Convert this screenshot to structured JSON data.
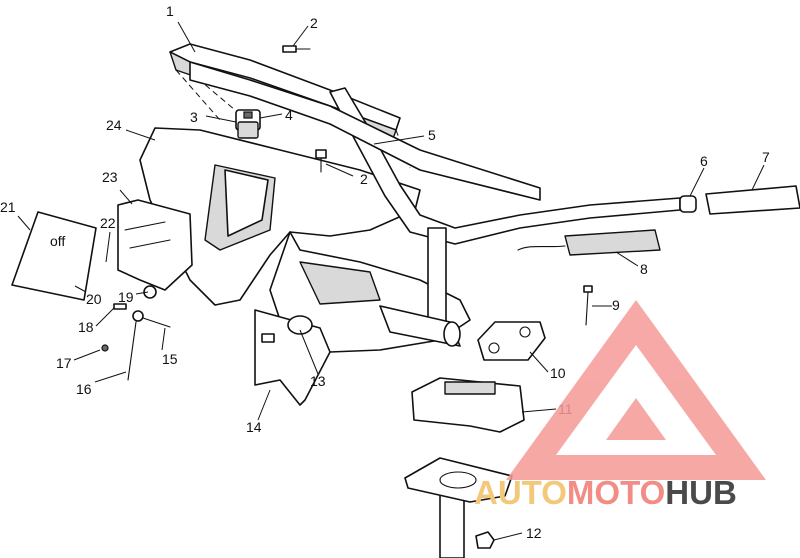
{
  "diagram": {
    "callouts": [
      "1",
      "2",
      "2",
      "3",
      "4",
      "5",
      "6",
      "7",
      "8",
      "9",
      "10",
      "11",
      "12",
      "13",
      "14",
      "15",
      "16",
      "17",
      "18",
      "19",
      "20",
      "21",
      "22",
      "23",
      "24"
    ],
    "plate_text": "off"
  },
  "watermark": {
    "part1": "AUTO",
    "part2": "MOTO",
    "part3": "HUB",
    "color_auto": "#f4c87a",
    "color_moto": "#f28c84",
    "color_hub": "#4a4a4a",
    "triangle_color": "#f59a96"
  }
}
